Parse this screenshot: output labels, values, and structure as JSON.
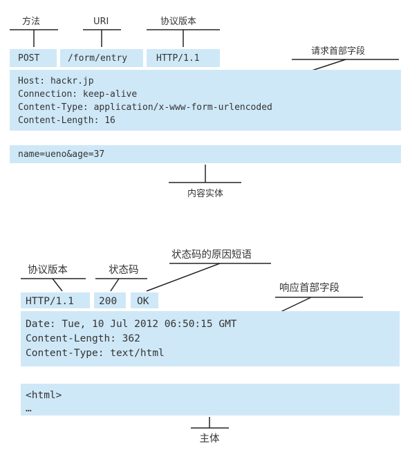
{
  "request": {
    "method_label": "方法",
    "uri_label": "URI",
    "version_label": "协议版本",
    "headers_label": "请求首部字段",
    "body_label": "内容实体",
    "method": "POST",
    "uri": "/form/entry",
    "version": "HTTP/1.1",
    "headers": [
      "Host: hackr.jp",
      "Connection: keep-alive",
      "Content-Type: application/x-www-form-urlencoded",
      "Content-Length: 16"
    ],
    "body": "name=ueno&age=37"
  },
  "response": {
    "version_label": "协议版本",
    "status_label": "状态码",
    "reason_label": "状态码的原因短语",
    "headers_label": "响应首部字段",
    "body_label": "主体",
    "version": "HTTP/1.1",
    "status": "200",
    "reason": "OK",
    "headers": [
      "Date: Tue, 10 Jul 2012 06:50:15 GMT",
      "Content-Length: 362",
      "Content-Type: text/html"
    ],
    "body": [
      "<html>",
      "…"
    ]
  }
}
